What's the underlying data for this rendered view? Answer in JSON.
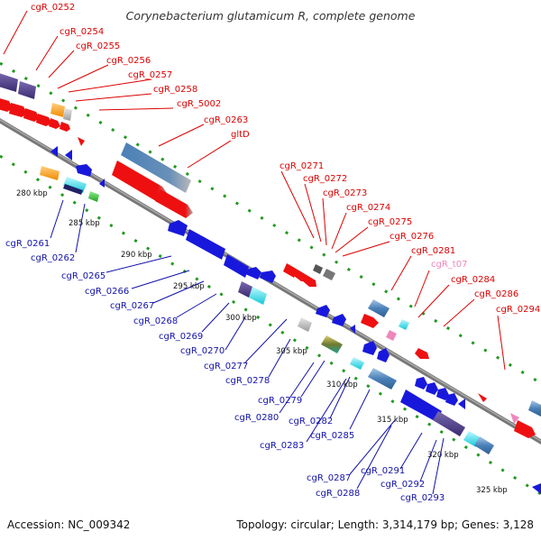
{
  "title": "Corynebacterium glutamicum R, complete genome",
  "accession": "Accession: NC_009342",
  "topology": "Topology: circular; Length: 3,314,179 bp; Genes: 3,128",
  "colors": {
    "forward_label": "#dd0000",
    "reverse_label": "#1010aa",
    "trna_label": "#ee88bb",
    "axis": "#888888",
    "tick_dots": "#229922"
  },
  "kbp_marks": [
    "280 kbp",
    "285 kbp",
    "290 kbp",
    "295 kbp",
    "300 kbp",
    "305 kbp",
    "310 kbp",
    "315 kbp",
    "320 kbp",
    "325 kbp"
  ],
  "forward_genes": [
    "cgR_0252",
    "cgR_0254",
    "cgR_0255",
    "cgR_0256",
    "cgR_0257",
    "cgR_0258",
    "cgR_5002",
    "cgR_0263",
    "gltD",
    "cgR_0271",
    "cgR_0272",
    "cgR_0273",
    "cgR_0274",
    "cgR_0275",
    "cgR_0276",
    "cgR_0281",
    "cgR_t07",
    "cgR_0284",
    "cgR_0286",
    "cgR_0294"
  ],
  "reverse_genes": [
    "cgR_0261",
    "cgR_0262",
    "cgR_0265",
    "cgR_0266",
    "cgR_0267",
    "cgR_0268",
    "cgR_0269",
    "cgR_0270",
    "cgR_0277",
    "cgR_0278",
    "cgR_0279",
    "cgR_0280",
    "cgR_0282",
    "cgR_0283",
    "cgR_0285",
    "cgR_0287",
    "cgR_0288",
    "cgR_0291",
    "cgR_0292",
    "cgR_0293"
  ]
}
